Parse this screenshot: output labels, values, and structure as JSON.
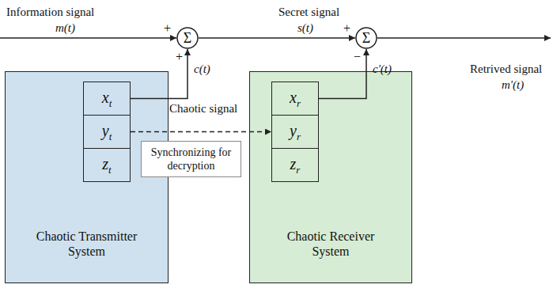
{
  "diagram": {
    "nodes": [
      {
        "text": [
          "Σ"
        ]
      },
      {
        "text": [
          "Σ"
        ]
      },
      {
        "text": [
          "Chaotic Transmitter System"
        ]
      },
      {
        "text": [
          "xt"
        ],
        "in": 2
      },
      {
        "text": [
          "yt"
        ],
        "in": 2
      },
      {
        "text": [
          "zt"
        ],
        "in": 2
      },
      {
        "text": [
          "Synchronizing for decryption"
        ]
      },
      {
        "text": [
          "Chaotic Receiver System"
        ]
      },
      {
        "text": [
          "xr"
        ],
        "in": 7
      },
      {
        "text": [
          "yr"
        ],
        "in": 7
      },
      {
        "text": [
          "zr"
        ],
        "in": 7
      }
    ],
    "edges": [
      {
        "from": 0,
        "to": 1,
        "arrow": "to"
      },
      {
        "from": 3,
        "to": 0,
        "arrow": "to"
      },
      {
        "from": 4,
        "to": 9,
        "arrow": "to"
      },
      {
        "from": 8,
        "to": 1,
        "arrow": "to"
      }
    ],
    "labels": [
      "Information signal",
      "m(t)",
      "+",
      "+",
      "Secret signal",
      "s(t)",
      "+",
      "−",
      "Retrived signal",
      "m'(t)",
      "c(t)",
      "Chaotic signal",
      "c'(t)"
    ]
  }
}
